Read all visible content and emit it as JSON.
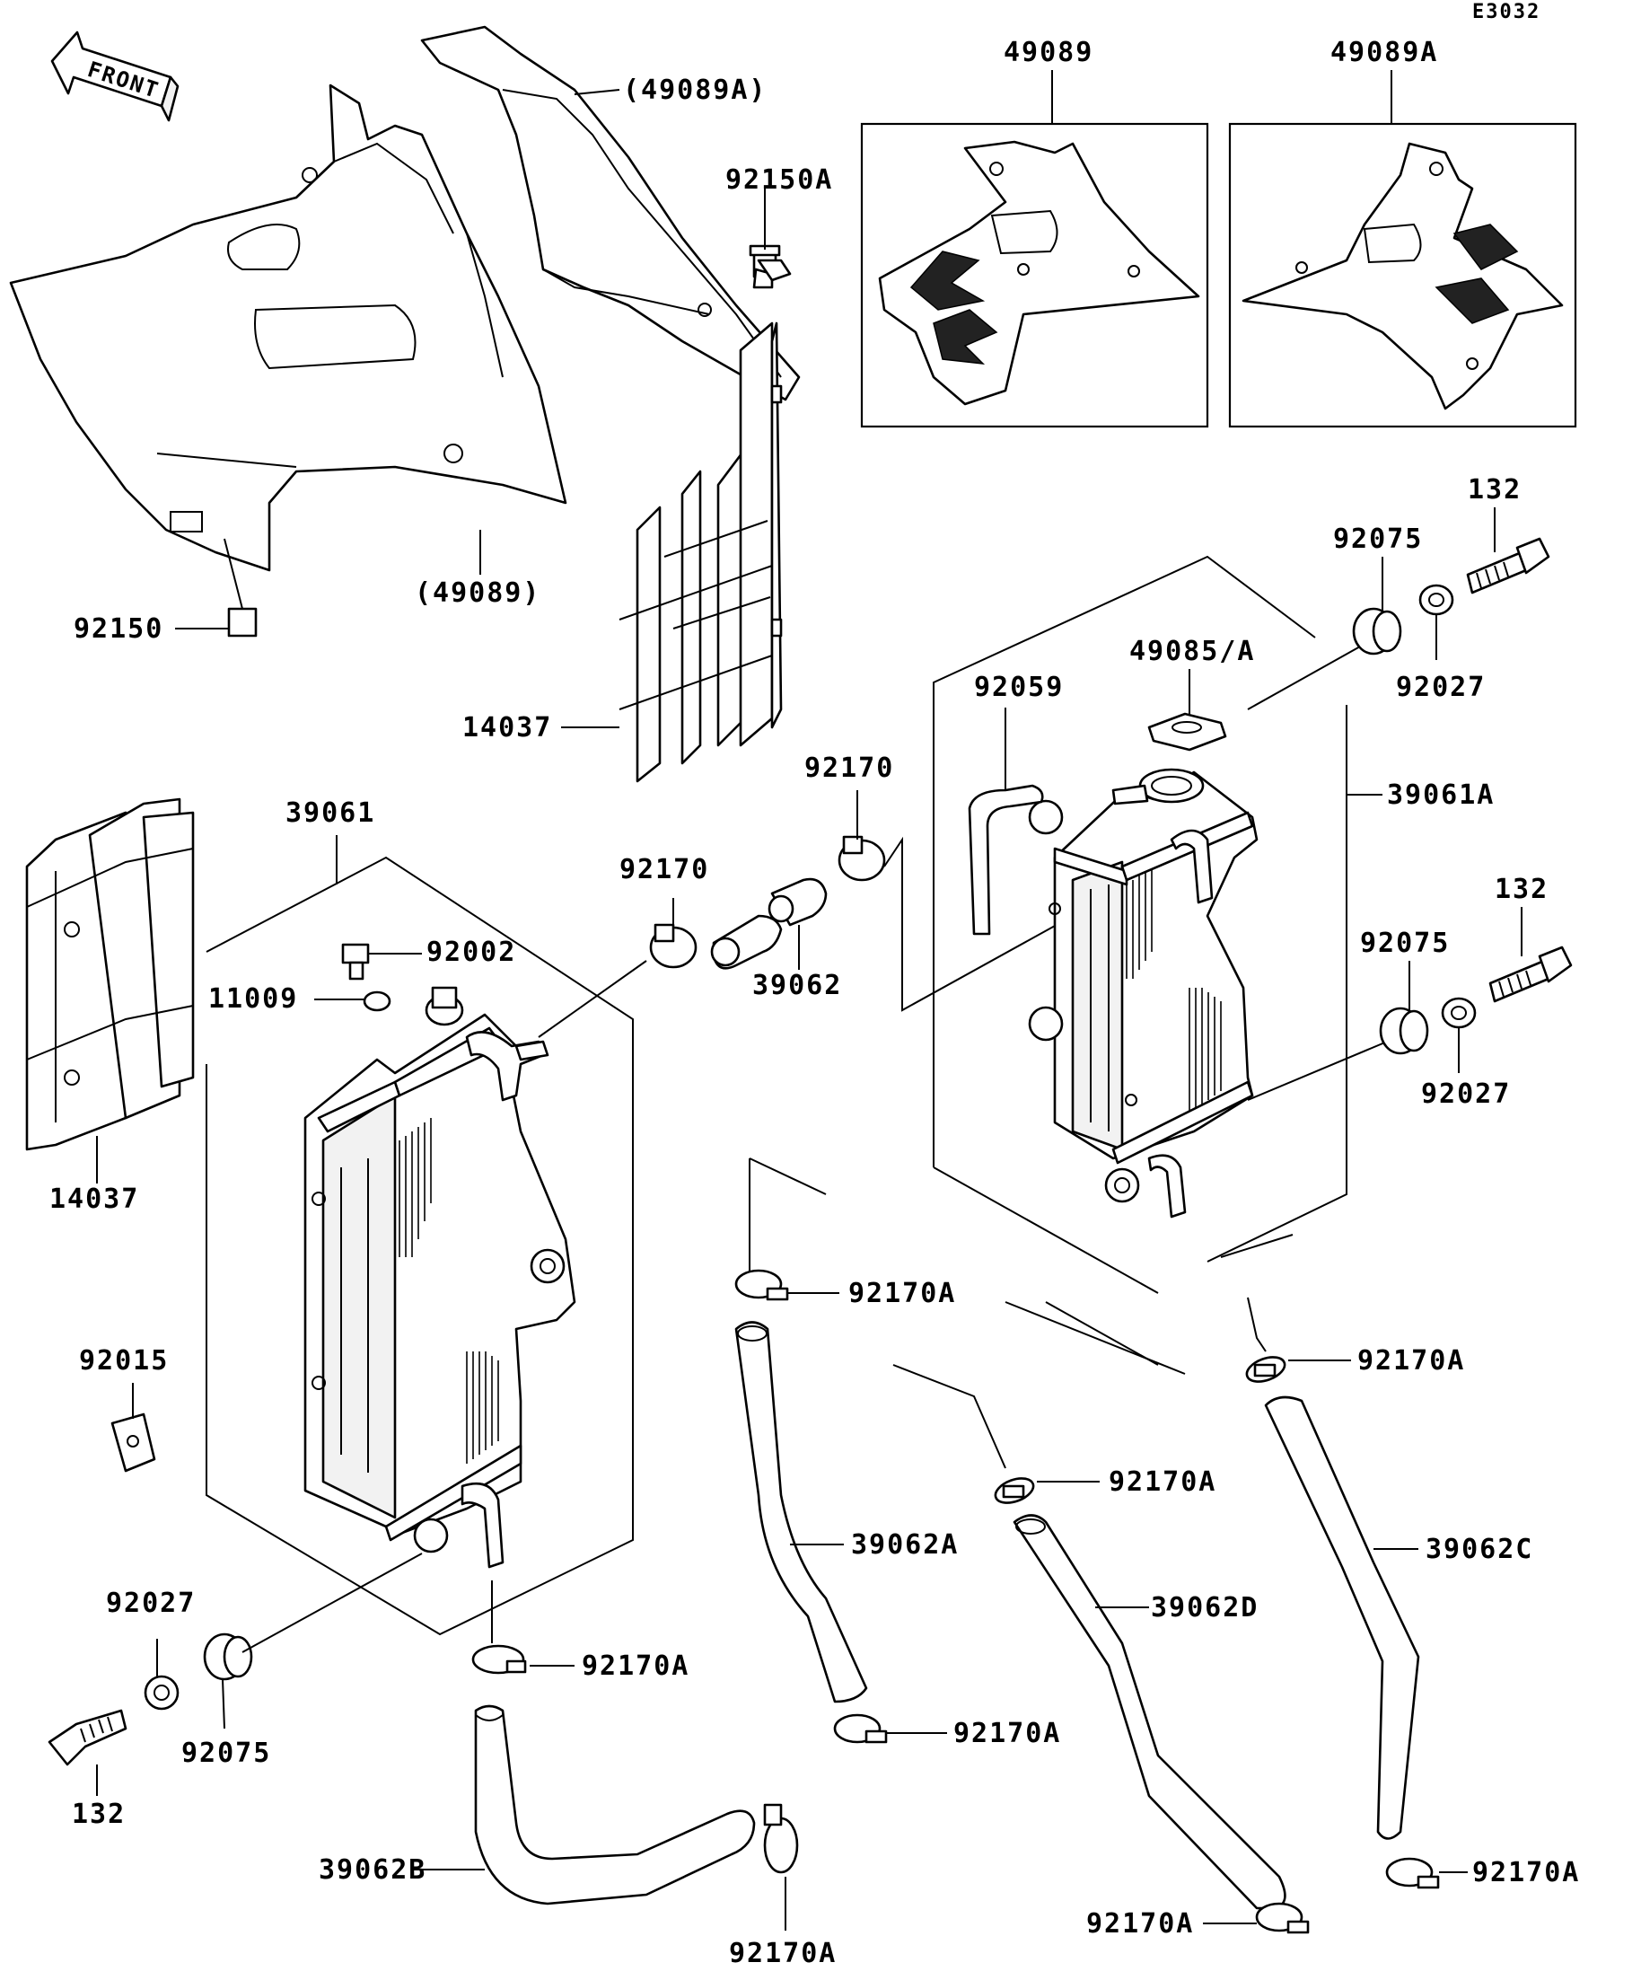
{
  "diagram_code": "E3032",
  "front_label": "FRONT",
  "labels": {
    "l_49089A_bracket": "(49089A)",
    "l_49089_bracket": "(49089)",
    "l_49089_box": "49089",
    "l_49089A_box": "49089A",
    "l_92150A": "92150A",
    "l_92150": "92150",
    "l_14037_top": "14037",
    "l_14037_left": "14037",
    "l_39061": "39061",
    "l_92002": "92002",
    "l_11009": "11009",
    "l_92015": "92015",
    "l_92027_left": "92027",
    "l_92075_left": "92075",
    "l_132_left": "132",
    "l_92170_mid": "92170",
    "l_92170_top": "92170",
    "l_39062": "39062",
    "l_92059": "92059",
    "l_49085": "49085/A",
    "l_92075_top": "92075",
    "l_132_top": "132",
    "l_92027_top": "92027",
    "l_39061A": "39061A",
    "l_132_right": "132",
    "l_92075_right": "92075",
    "l_92027_right": "92027",
    "l_92170A_1": "92170A",
    "l_92170A_2": "92170A",
    "l_92170A_3": "92170A",
    "l_92170A_4": "92170A",
    "l_92170A_5": "92170A",
    "l_92170A_6": "92170A",
    "l_92170A_7": "92170A",
    "l_92170A_8": "92170A",
    "l_39062A": "39062A",
    "l_39062B": "39062B",
    "l_39062C": "39062C",
    "l_39062D": "39062D"
  }
}
